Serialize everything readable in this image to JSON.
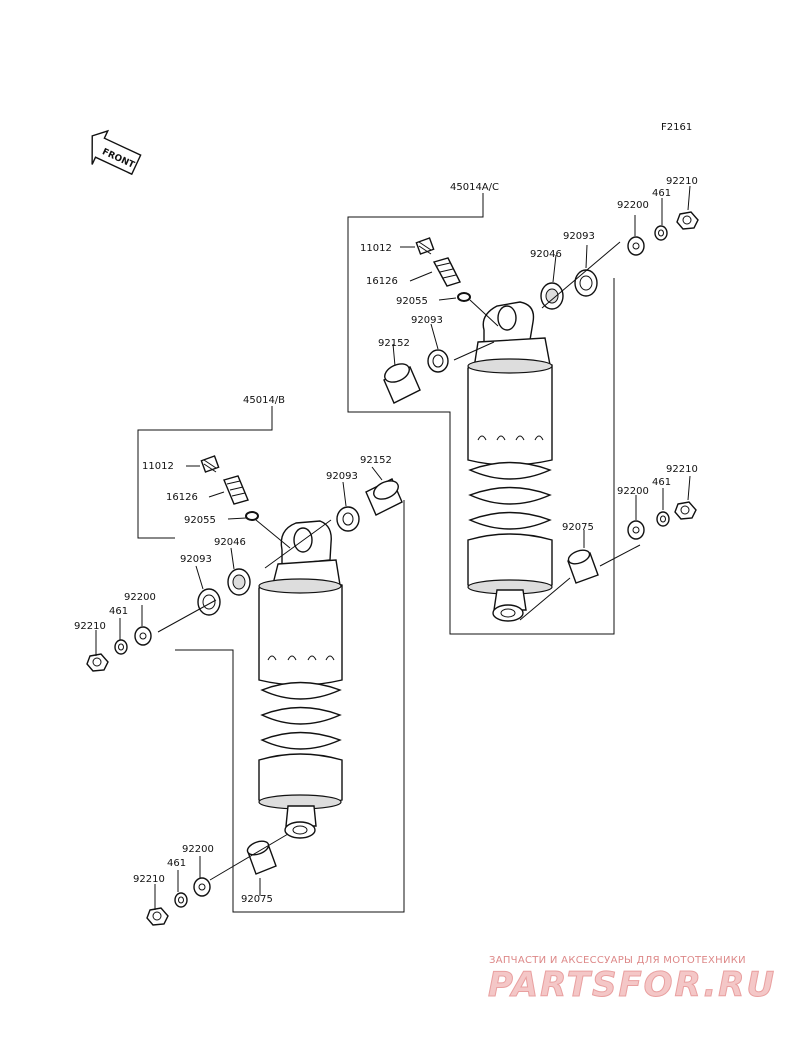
{
  "figure_code": "F2161",
  "front_arrow": "FRONT",
  "assemblies": {
    "right": "45014A/C",
    "left": "45014/B"
  },
  "labels": {
    "r_11012": "11012",
    "r_16126": "16126",
    "r_92055": "92055",
    "r_92093_low": "92093",
    "r_92152": "92152",
    "r_92093_top": "92093",
    "r_92046": "92046",
    "r_92200_top": "92200",
    "r_461_top": "461",
    "r_92210_top": "92210",
    "r_92200_bot": "92200",
    "r_461_bot": "461",
    "r_92210_bot": "92210",
    "r_92075": "92075",
    "l_11012": "11012",
    "l_16126": "16126",
    "l_92055": "92055",
    "l_92152": "92152",
    "l_92093_top": "92093",
    "l_92046": "92046",
    "l_92093_low": "92093",
    "l_92200_top": "92200",
    "l_461_top": "461",
    "l_92210_top": "92210",
    "l_92200_bot": "92200",
    "l_461_bot": "461",
    "l_92210_bot": "92210",
    "l_92075": "92075"
  },
  "watermark": {
    "tagline": "ЗАПЧАСТИ И АКСЕССУАРЫ ДЛЯ МОТОТЕХНИКИ",
    "logo": "PARTSFOR.RU"
  }
}
